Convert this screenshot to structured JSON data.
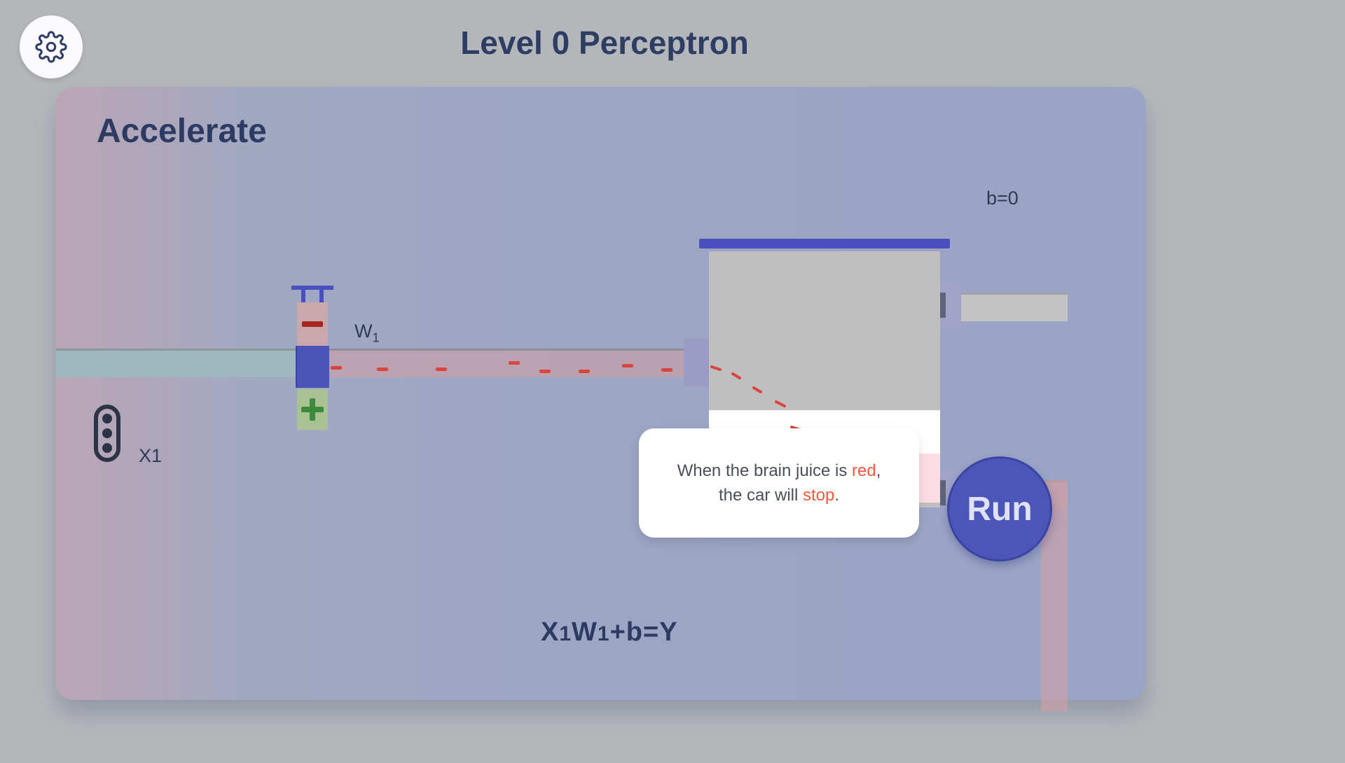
{
  "header": {
    "title": "Level 0 Perceptron",
    "settings_icon": "gear-icon"
  },
  "board": {
    "title": "Accelerate",
    "bias_label": "b=0",
    "weight_label_base": "W",
    "weight_label_sub": "1",
    "input_label": "X1",
    "input_icon": "traffic-light-icon",
    "equation": {
      "x": "X",
      "x_sub": "1",
      "w": "W",
      "w_sub": "1",
      "rest": "+b=Y"
    },
    "weight_controls": {
      "decrease_icon": "minus-icon",
      "increase_icon": "plus-icon"
    }
  },
  "tooltip": {
    "line1_pre": "When the brain juice is ",
    "line1_highlight": "red",
    "line1_post": ",",
    "line2_pre": "the car will ",
    "line2_highlight": "stop",
    "line2_post": "."
  },
  "run_button": {
    "label": "Run"
  },
  "colors": {
    "accent_blue": "#4c56b8",
    "juice_red": "#d8453f",
    "highlight": "#ef5a3c",
    "title_text": "#2e3d63"
  }
}
